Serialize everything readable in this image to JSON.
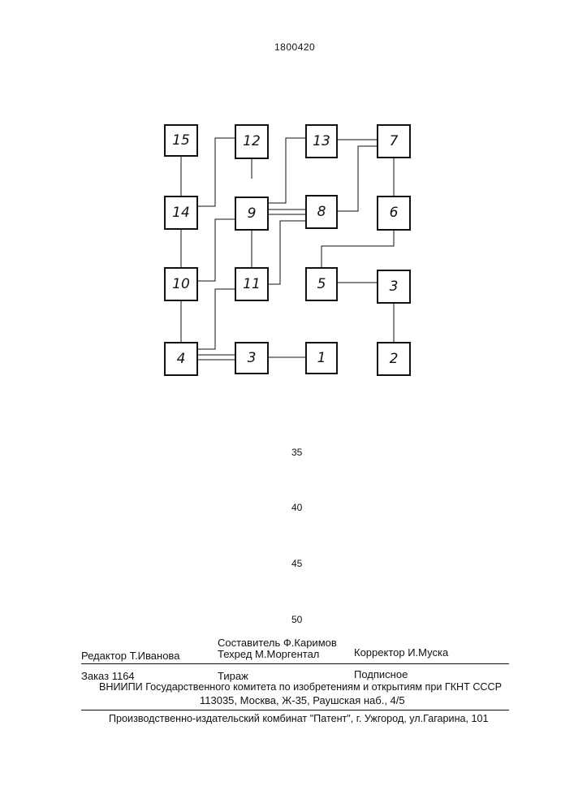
{
  "header": {
    "patent_number": "1800420"
  },
  "diagram": {
    "blocks": [
      {
        "id": "b15",
        "label": "15"
      },
      {
        "id": "b12",
        "label": "12"
      },
      {
        "id": "b13",
        "label": "13"
      },
      {
        "id": "b7",
        "label": "7"
      },
      {
        "id": "b14",
        "label": "14"
      },
      {
        "id": "b9",
        "label": "9"
      },
      {
        "id": "b8",
        "label": "8"
      },
      {
        "id": "b6",
        "label": "6"
      },
      {
        "id": "b10",
        "label": "10"
      },
      {
        "id": "b11",
        "label": "11"
      },
      {
        "id": "b5",
        "label": "5"
      },
      {
        "id": "b3r",
        "label": "3"
      },
      {
        "id": "b4",
        "label": "4"
      },
      {
        "id": "b3b",
        "label": "3"
      },
      {
        "id": "b1",
        "label": "1"
      },
      {
        "id": "b2",
        "label": "2"
      }
    ]
  },
  "line_numbers": [
    "35",
    "40",
    "45",
    "50"
  ],
  "colophon": {
    "compiler": "Составитель Ф.Каримов",
    "editor": "Редактор Т.Иванова",
    "techred": "Техред М.Моргентал",
    "corrector": "Корректор  И.Муска",
    "order": "Заказ 1164",
    "circulation": "Тираж",
    "subscription": "Подписное",
    "institute": "ВНИИПИ Государственного комитета по изобретениям и открытиям при ГКНТ СССР",
    "address": "113035, Москва, Ж-35, Раушская наб., 4/5",
    "publisher": "Производственно-издательский комбинат \"Патент\", г. Ужгород, ул.Гагарина, 101"
  }
}
